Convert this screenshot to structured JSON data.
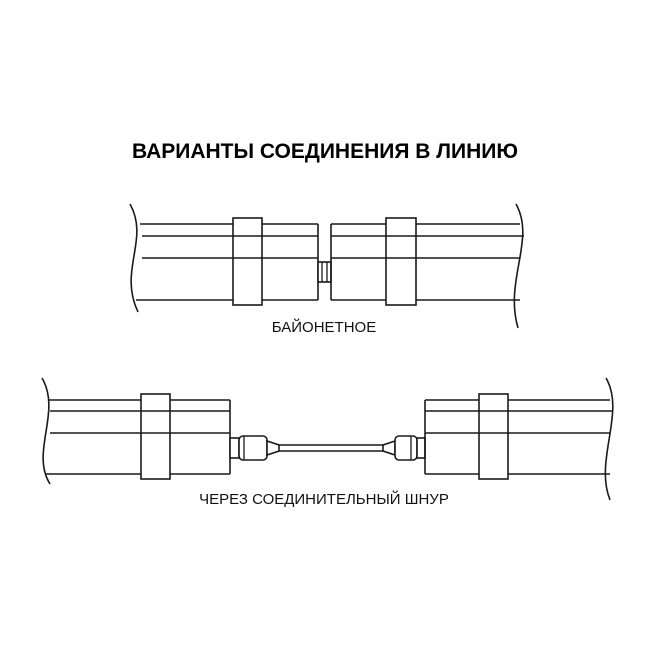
{
  "title": "ВАРИАНТЫ СОЕДИНЕНИЯ В ЛИНИЮ",
  "variants": [
    {
      "label": "БАЙОНЕТНОЕ"
    },
    {
      "label": "ЧЕРЕЗ СОЕДИНИТЕЛЬНЫЙ ШНУР"
    }
  ]
}
